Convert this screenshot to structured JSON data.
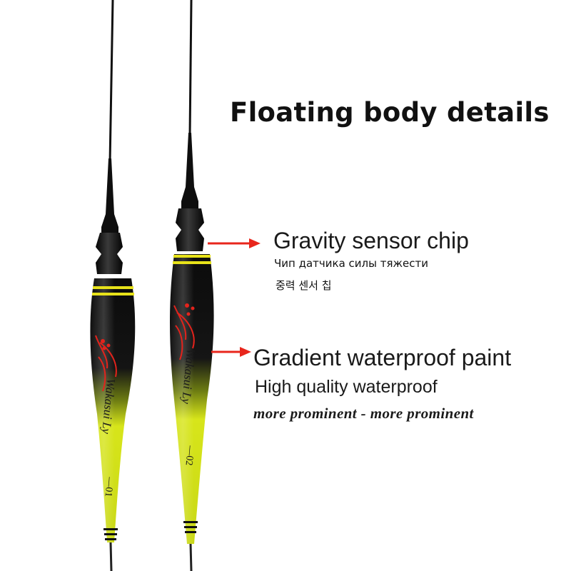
{
  "heading": "Floating body details",
  "features": [
    {
      "title": "Gravity sensor chip",
      "lines": [
        "Чип датчика силы тяжести",
        "중력 센서 칩"
      ]
    },
    {
      "title": "Gradient waterproof paint",
      "lines": [
        "High quality waterproof",
        "more prominent - more prominent"
      ]
    }
  ],
  "floats": [
    {
      "brand": "Wakasui Ly",
      "number": "—01"
    },
    {
      "brand": "Wakasui Ly",
      "number": "—02"
    }
  ],
  "colors": {
    "arrow": "#e8261c",
    "body_dark": "#0d0d0d",
    "body_yellow": "#dce81a",
    "band": "#e7e21a",
    "accent_red": "#e3231c"
  },
  "icons": [
    "arrow-right-icon"
  ]
}
